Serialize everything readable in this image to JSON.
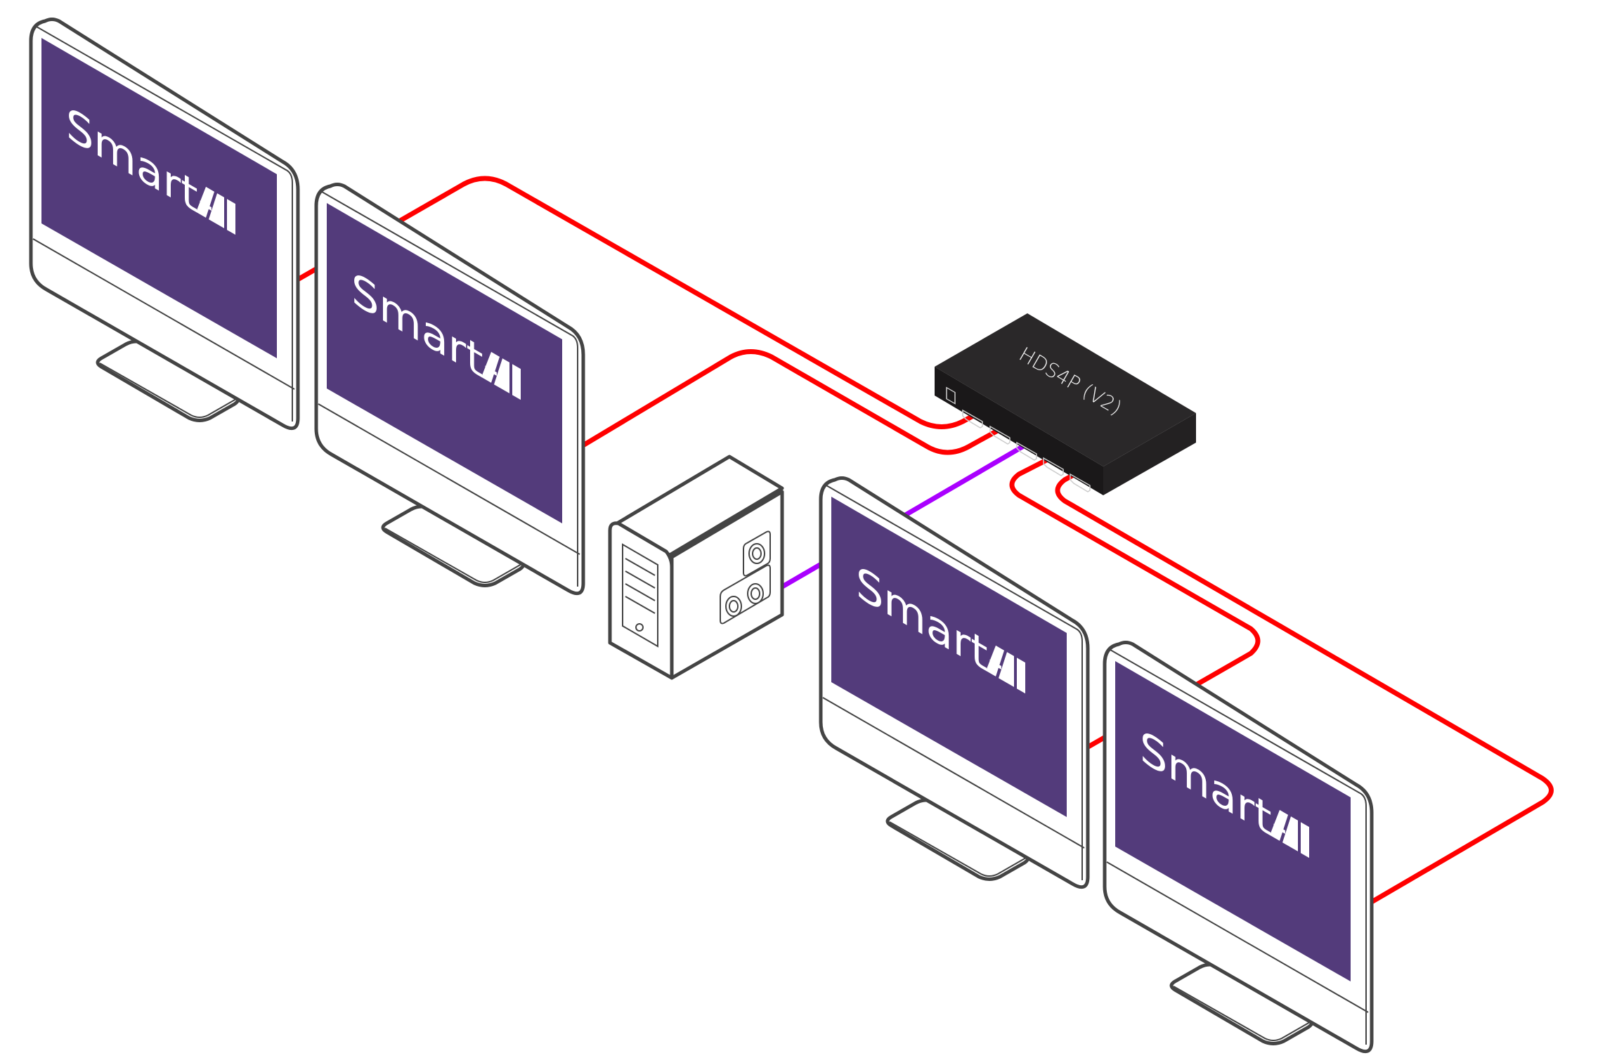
{
  "diagram": {
    "title": "HDS4P (V2) HDMI splitter connection diagram",
    "colors": {
      "screen": "#533b7b",
      "video_cable": "#ff0000",
      "source_cable": "#aa00ff",
      "device_body": "#1e1c1d",
      "outline": "#444444"
    },
    "device": {
      "name": "splitter",
      "label": "HDS4P (V2)",
      "ports": [
        "power",
        "hdmi-out-1",
        "hdmi-out-2",
        "hdmi-in",
        "hdmi-out-3",
        "hdmi-out-4"
      ]
    },
    "source": {
      "name": "computer-tower"
    },
    "monitors": [
      {
        "id": "monitor-1",
        "brand_text": "Smart-",
        "brand_mark": "AVI"
      },
      {
        "id": "monitor-2",
        "brand_text": "Smart-",
        "brand_mark": "AVI"
      },
      {
        "id": "monitor-3",
        "brand_text": "Smart-",
        "brand_mark": "AVI"
      },
      {
        "id": "monitor-4",
        "brand_text": "Smart-",
        "brand_mark": "AVI"
      }
    ],
    "connections": [
      {
        "from": "splitter:hdmi-out-1",
        "to": "monitor-1",
        "type": "video_cable"
      },
      {
        "from": "splitter:hdmi-out-2",
        "to": "monitor-2",
        "type": "video_cable"
      },
      {
        "from": "computer-tower",
        "to": "splitter:hdmi-in",
        "type": "source_cable"
      },
      {
        "from": "splitter:hdmi-out-3",
        "to": "monitor-3",
        "type": "video_cable"
      },
      {
        "from": "splitter:hdmi-out-4",
        "to": "monitor-4",
        "type": "video_cable"
      }
    ]
  }
}
